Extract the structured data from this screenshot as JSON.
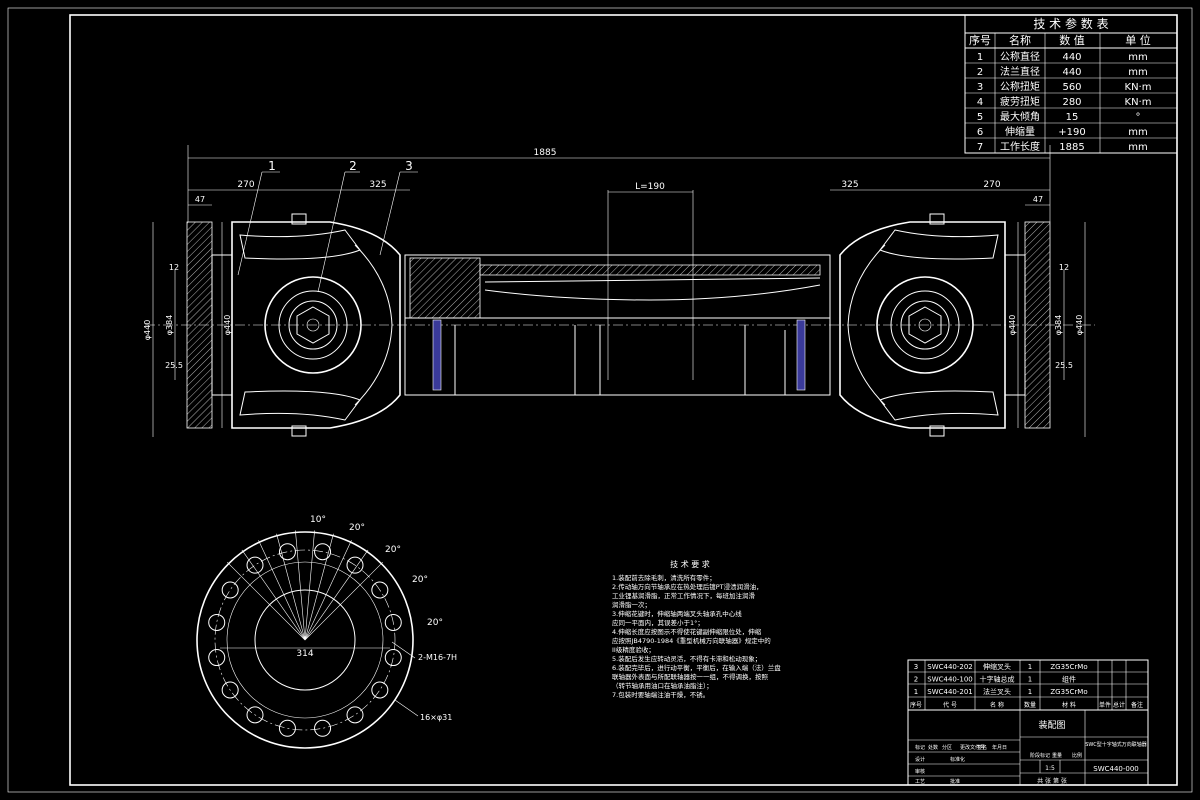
{
  "param_table": {
    "title": "技 术 参 数 表",
    "headers": [
      "序号",
      "名称",
      "数  值",
      "单  位"
    ],
    "rows": [
      [
        "1",
        "公称直径",
        "440",
        "mm"
      ],
      [
        "2",
        "法兰直径",
        "440",
        "mm"
      ],
      [
        "3",
        "公称扭矩",
        "560",
        "KN·m"
      ],
      [
        "4",
        "疲劳扭矩",
        "280",
        "KN·m"
      ],
      [
        "5",
        "最大倾角",
        "15",
        "°"
      ],
      [
        "6",
        "伸缩量",
        "+190",
        "mm"
      ],
      [
        "7",
        "工作长度",
        "1885",
        "mm"
      ]
    ]
  },
  "dimensions": {
    "overall": "1885",
    "left_270": "270",
    "left_325": "325",
    "right_325": "325",
    "right_270": "270",
    "stroke": "L=190",
    "left_47": "47",
    "right_47": "47",
    "left_12": "12",
    "right_12": "12",
    "left_d440": "φ440",
    "left_d384": "φ384",
    "left_d440b": "φ440",
    "right_d440": "φ440",
    "right_d384": "φ384",
    "right_d440b": "φ440",
    "left_25": "25.5",
    "right_25": "25.5"
  },
  "callouts": [
    "1",
    "2",
    "3"
  ],
  "flange": {
    "angles": [
      "10°",
      "20°",
      "20°",
      "20°",
      "20°"
    ],
    "pcd": "314",
    "bolts": "2-M16-7H",
    "holes": "16×φ31"
  },
  "tech_req": {
    "title": "技 术 要 求",
    "lines": [
      "1.装配前去除毛刺，清洗所有零件；",
      "2.传动轴万向节轴承应在热处理后镀PT浸渍润滑油，",
      "  工业锂基润滑脂，正常工作情况下，每班加注润滑",
      "  润滑脂一次；",
      "3.伸缩花键时，伸缩轴两端叉头轴承孔中心线",
      "  应同一平面内，其误差小于1°；",
      "4.伸缩长度应按图示不得使花键副伸缩限位处，伸缩",
      "  应按照JB4790-1984《重型机械万向联轴器》规定中的",
      "  II级精度验收；",
      "5.装配后发生应转动灵活，不得有卡滞和松动现象；",
      "6.装配完毕后，进行动平衡，平衡后，在输入端（法）兰盘",
      "  联轴器外表面与所配联轴器按一一组，不得调换，按照",
      "  （转节轴承用油口在轴承油脂注）；",
      "7.包装时要轴端注油干燥，不锈。"
    ]
  },
  "parts_list": {
    "rows": [
      [
        "3",
        "SWC440-202",
        "伸缩叉头",
        "1",
        "ZG35CrMo"
      ],
      [
        "2",
        "SWC440-100",
        "十字轴总成",
        "1",
        "组件"
      ],
      [
        "1",
        "SWC440-201",
        "法兰叉头",
        "1",
        "ZG35CrMo"
      ]
    ],
    "header": [
      "序号",
      "代  号",
      "名  称",
      "数量",
      "材  料",
      "单件",
      "总计",
      "备注"
    ]
  },
  "title_block": {
    "drawing_title": "装配图",
    "company": "SWC型十字轴式万向联轴器",
    "drawing_no": "SWC440-000",
    "scale": "1:5",
    "sheet": "共  张  第  张",
    "labels": [
      "标记",
      "处数",
      "分区",
      "更改文件号",
      "签名",
      "年月日",
      "设计",
      "标准化",
      "审核",
      "工艺",
      "批准",
      "阶段标记",
      "重量",
      "比例"
    ]
  }
}
